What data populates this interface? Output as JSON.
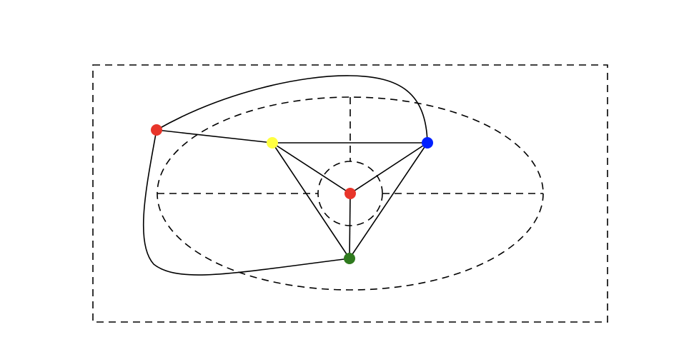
{
  "diagram": {
    "type": "graph",
    "colors": {
      "red": "#e8352a",
      "yellow": "#ffff40",
      "blue": "#0020ff",
      "green": "#2f7a1e",
      "line": "#000000"
    },
    "nodes": [
      {
        "id": "outer-red",
        "color": "#e8352a"
      },
      {
        "id": "yellow",
        "color": "#ffff40"
      },
      {
        "id": "blue",
        "color": "#0020ff"
      },
      {
        "id": "center-red",
        "color": "#e8352a"
      },
      {
        "id": "green",
        "color": "#2f7a1e"
      }
    ],
    "edges": [
      {
        "from": "outer-red",
        "to": "yellow",
        "style": "straight"
      },
      {
        "from": "yellow",
        "to": "blue",
        "style": "straight"
      },
      {
        "from": "yellow",
        "to": "center-red",
        "style": "straight"
      },
      {
        "from": "yellow",
        "to": "green",
        "style": "straight"
      },
      {
        "from": "blue",
        "to": "center-red",
        "style": "straight"
      },
      {
        "from": "blue",
        "to": "green",
        "style": "straight"
      },
      {
        "from": "center-red",
        "to": "green",
        "style": "straight"
      },
      {
        "from": "outer-red",
        "to": "blue",
        "style": "curved"
      },
      {
        "from": "outer-red",
        "to": "green",
        "style": "curved"
      }
    ],
    "guides": [
      "dashed-rectangle",
      "dashed-ellipse",
      "dashed-inner-circle",
      "dashed-cross"
    ]
  }
}
